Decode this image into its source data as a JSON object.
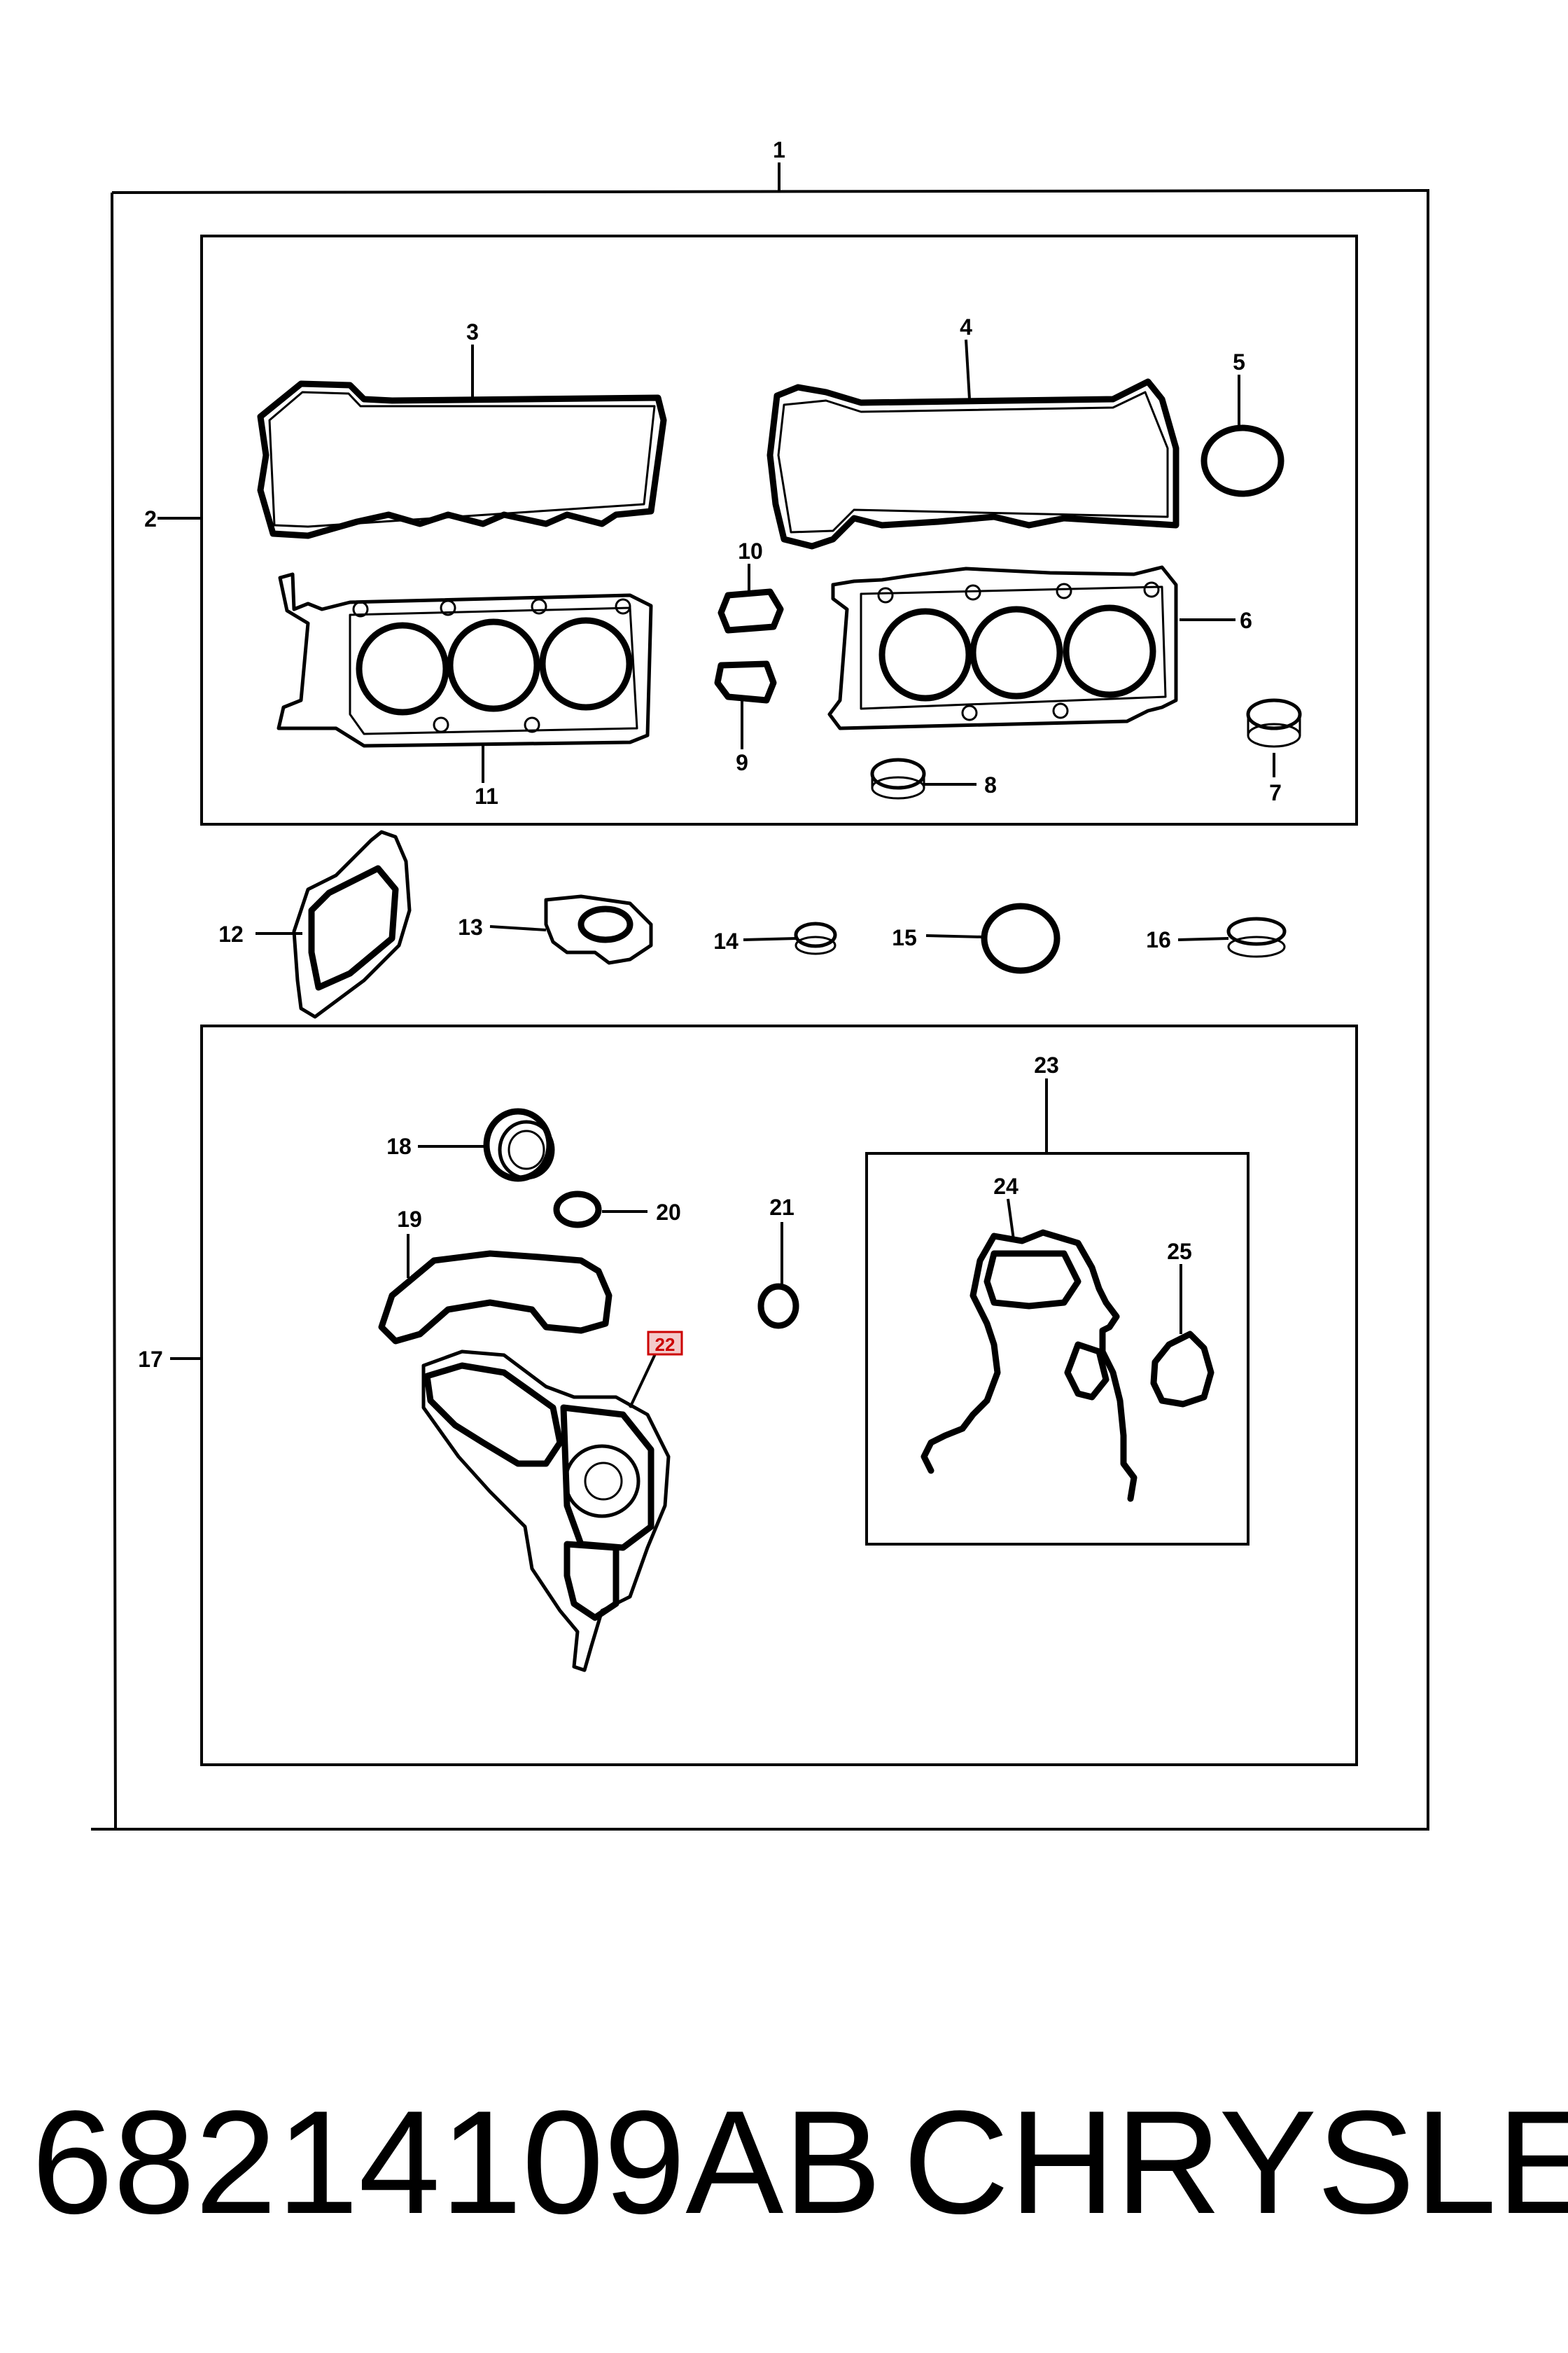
{
  "part_number": "68214109AB",
  "brand": "CHRYSLER",
  "callouts": {
    "c1": "1",
    "c2": "2",
    "c3": "3",
    "c4": "4",
    "c5": "5",
    "c6": "6",
    "c7": "7",
    "c8": "8",
    "c9": "9",
    "c10": "10",
    "c11": "11",
    "c12": "12",
    "c13": "13",
    "c14": "14",
    "c15": "15",
    "c16": "16",
    "c17": "17",
    "c18": "18",
    "c19": "19",
    "c20": "20",
    "c21": "21",
    "c22": "22",
    "c23": "23",
    "c24": "24",
    "c25": "25"
  },
  "highlight_color": "#cc0000"
}
